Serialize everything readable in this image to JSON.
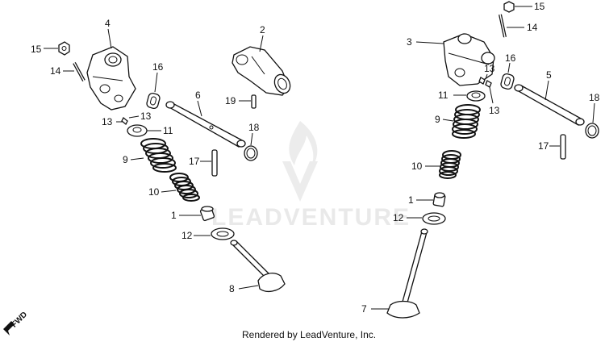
{
  "watermark": {
    "text": "LEADVENTURE"
  },
  "footer": {
    "text": "Rendered by LeadVenture, Inc."
  },
  "direction": {
    "label": "FWD"
  },
  "callouts": {
    "left": {
      "n1": "1",
      "n4": "4",
      "n6": "6",
      "n8": "8",
      "n9": "9",
      "n10": "10",
      "n11": "11",
      "n12": "12",
      "n13a": "13",
      "n13b": "13",
      "n14": "14",
      "n15": "15",
      "n16": "16",
      "n17": "17",
      "n2": "2",
      "n18": "18",
      "n19": "19"
    },
    "right": {
      "n1": "1",
      "n3": "3",
      "n5": "5",
      "n7": "7",
      "n9": "9",
      "n10": "10",
      "n11": "11",
      "n12": "12",
      "n13a": "13",
      "n13b": "13",
      "n14": "14",
      "n15": "15",
      "n16": "16",
      "n17": "17",
      "n18": "18"
    }
  },
  "colors": {
    "ink": "#111111",
    "watermark": "#e9e9e9",
    "background": "#ffffff"
  }
}
